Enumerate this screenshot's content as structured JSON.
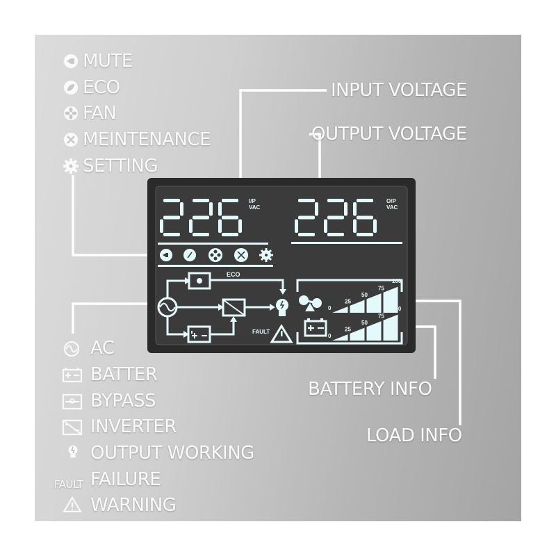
{
  "top_legend": [
    {
      "icon": "mute-icon",
      "label": "MUTE"
    },
    {
      "icon": "eco-leaf-icon",
      "label": "ECO"
    },
    {
      "icon": "fan-icon",
      "label": "FAN"
    },
    {
      "icon": "maintenance-tools-icon",
      "label": "MEINTENANCE"
    },
    {
      "icon": "setting-gear-icon",
      "label": "SETTING"
    }
  ],
  "bottom_legend": [
    {
      "icon": "ac-sine-icon",
      "label": "AC"
    },
    {
      "icon": "battery-icon",
      "label": "BATTER"
    },
    {
      "icon": "bypass-icon",
      "label": "BYPASS"
    },
    {
      "icon": "inverter-icon",
      "label": "INVERTER"
    },
    {
      "icon": "bulb-icon",
      "label": "OUTPUT WORKING"
    },
    {
      "icon": "fault-text-icon",
      "icon_text": "FAULT",
      "label": "FAILURE"
    },
    {
      "icon": "warning-triangle-icon",
      "label": "WARNING"
    }
  ],
  "callouts": {
    "input_voltage": "INPUT VOLTAGE",
    "output_voltage": "OUTPUT VOLTAGE",
    "battery_info": "BATTERY INFO",
    "load_info": "LOAD INFO"
  },
  "lcd": {
    "input_value": "226",
    "input_unit_top": "I/P",
    "input_unit_bottom": "VAC",
    "output_value": "226",
    "output_unit_top": "O/P",
    "output_unit_bottom": "VAC",
    "eco_label": "ECO",
    "fault_label": "FAULT",
    "scale_labels": [
      "0",
      "25",
      "50",
      "75",
      "100"
    ]
  },
  "colors": {
    "lcd_glyph": "#e4fafa",
    "lcd_bg": "#3b3b3b",
    "bezel": "#2a2a2a",
    "line": "#ffffff"
  }
}
